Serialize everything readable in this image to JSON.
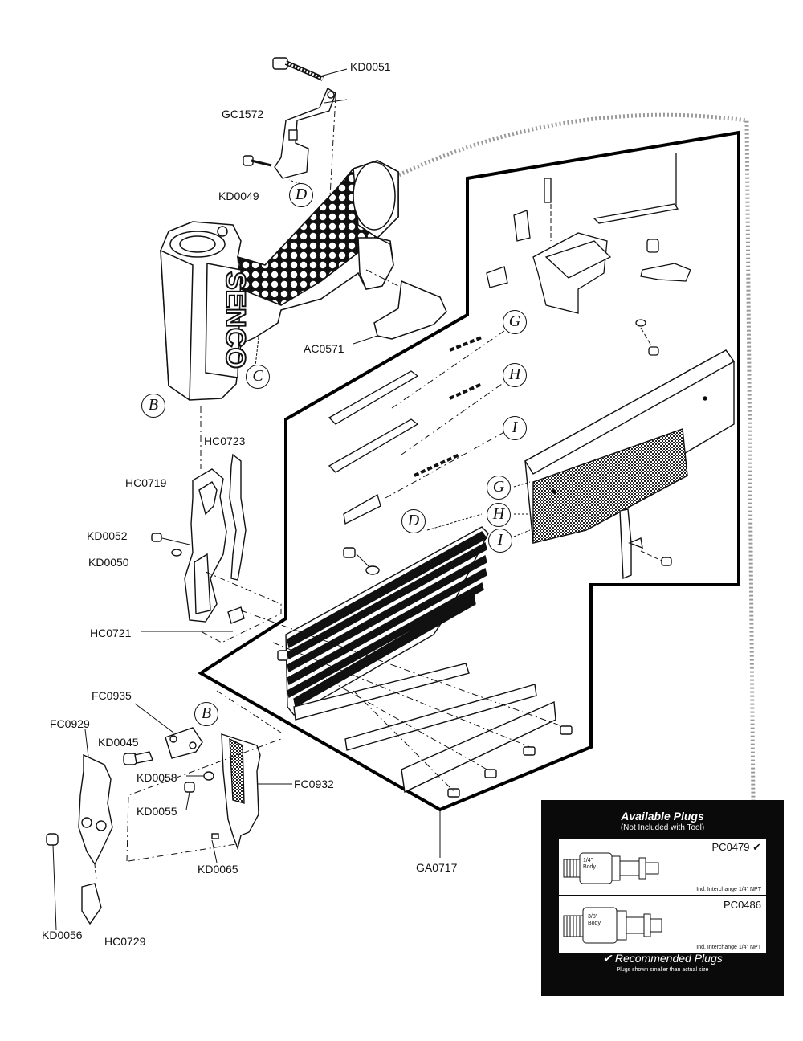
{
  "part_labels": {
    "KD0051": "KD0051",
    "GC1572": "GC1572",
    "KD0049": "KD0049",
    "AC0571": "AC0571",
    "HC0723": "HC0723",
    "HC0719": "HC0719",
    "KD0052": "KD0052",
    "KD0050": "KD0050",
    "HC0721": "HC0721",
    "FC0935": "FC0935",
    "FC0929": "FC0929",
    "KD0045": "KD0045",
    "KD0058": "KD0058",
    "KD0055": "KD0055",
    "FC0932": "FC0932",
    "KD0065": "KD0065",
    "KD0056": "KD0056",
    "HC0729": "HC0729",
    "GA0717": "GA0717"
  },
  "callouts": {
    "B_top": "B",
    "B_bottom": "B",
    "C": "C",
    "D_top": "D",
    "D_rail": "D",
    "G_top": "G",
    "H_top": "H",
    "I_top": "I",
    "G_side": "G",
    "H_side": "H",
    "I_side": "I"
  },
  "brand_mark": "SENCO",
  "plugs_panel": {
    "title": "Available Plugs",
    "subtitle": "(Not Included with Tool)",
    "plug1": {
      "code": "PC0479 ✔",
      "body": "1/4\" Body",
      "note": "Ind. Interchange 1/4\" NPT"
    },
    "plug2": {
      "code": "PC0486",
      "body": "3/8\" Body",
      "note": "Ind. Interchange 1/4\" NPT"
    },
    "recommended": "✔ Recommended Plugs",
    "size_note": "Plugs shown smaller than actual size"
  }
}
